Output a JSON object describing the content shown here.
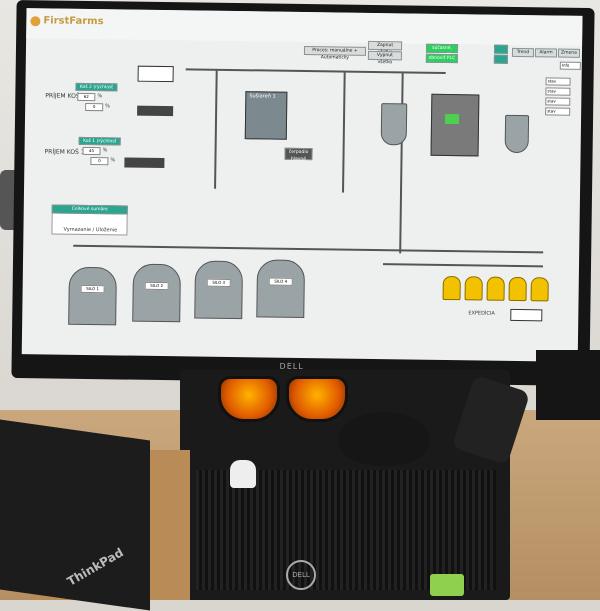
{
  "scada": {
    "brand": "FirstFarms",
    "header_buttons": [
      "Proces: manuálne + Automaticky",
      "Zapnut všetko",
      "Vypnut všetko"
    ],
    "status_green": [
      "súčasné, zapnuté",
      "obnoviť PLC"
    ],
    "top_right_buttons": [
      "Trend",
      "Alarm",
      "Zmena"
    ],
    "menu_label": "Info",
    "intake_left": [
      {
        "label": "PRÍJEM KOŠ 2",
        "title": "Koš 2 (rýchlosť %)",
        "value": "62",
        "unit": "%",
        "value2": "0",
        "unit2": "%"
      },
      {
        "label": "PRÍJEM KOŠ 1",
        "title": "Koš 1 (rýchlosť %)",
        "value": "45",
        "unit": "%",
        "value2": "0",
        "unit2": "%"
      }
    ],
    "info_box": {
      "title": "Celkové sumáre",
      "footer": "Vymazanie / Uloženie"
    },
    "dryer_panel": "Sušiareň 1",
    "control_box": "čerpadlo hlavné",
    "right_selects": [
      "stav",
      "stav",
      "stav",
      "stav"
    ],
    "bottom_label": "EXPEDÍCIA",
    "silo_tags": [
      "SILO 1",
      "SILO 2",
      "SILO 3",
      "SILO 4"
    ],
    "yellow_silos": 5
  },
  "monitor_brand": "DELL",
  "laptop_brand": "ThinkPad"
}
